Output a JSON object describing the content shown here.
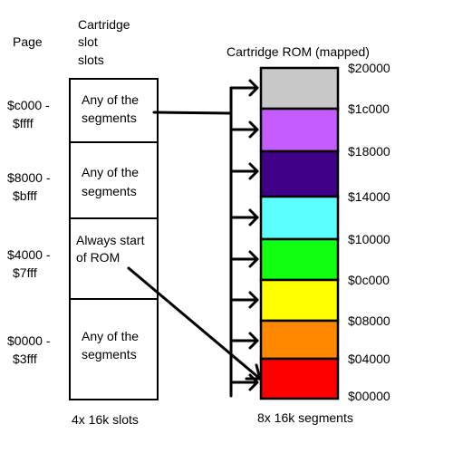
{
  "headers": {
    "page": "Page",
    "slot_line1": "Cartridge",
    "slot_line2": "slot",
    "slot_line3": "slots",
    "rom_title": "Cartridge ROM (mapped)"
  },
  "pages": [
    {
      "line1": "$c000 -",
      "line2": "$ffff"
    },
    {
      "line1": "$8000 -",
      "line2": "$bfff"
    },
    {
      "line1": "$4000 -",
      "line2": "$7fff"
    },
    {
      "line1": "$0000 -",
      "line2": "$3fff"
    }
  ],
  "slots": [
    {
      "line1": "Any of the",
      "line2": "segments"
    },
    {
      "line1": "Any of the",
      "line2": "segments"
    },
    {
      "line1": "Always start",
      "line2": "of ROM"
    },
    {
      "line1": "Any of the",
      "line2": "segments"
    }
  ],
  "segments": [
    {
      "color": "#c8c8c8"
    },
    {
      "color": "#c45cff"
    },
    {
      "color": "#400088"
    },
    {
      "color": "#5cffff"
    },
    {
      "color": "#11ff11"
    },
    {
      "color": "#ffff00"
    },
    {
      "color": "#ff8800"
    },
    {
      "color": "#ff0000"
    }
  ],
  "addresses": [
    "$20000",
    "$1c000",
    "$18000",
    "$14000",
    "$10000",
    "$0c000",
    "$08000",
    "$04000",
    "$00000"
  ],
  "footer": {
    "slots": "4x 16k slots",
    "segments": "8x 16k segments"
  }
}
